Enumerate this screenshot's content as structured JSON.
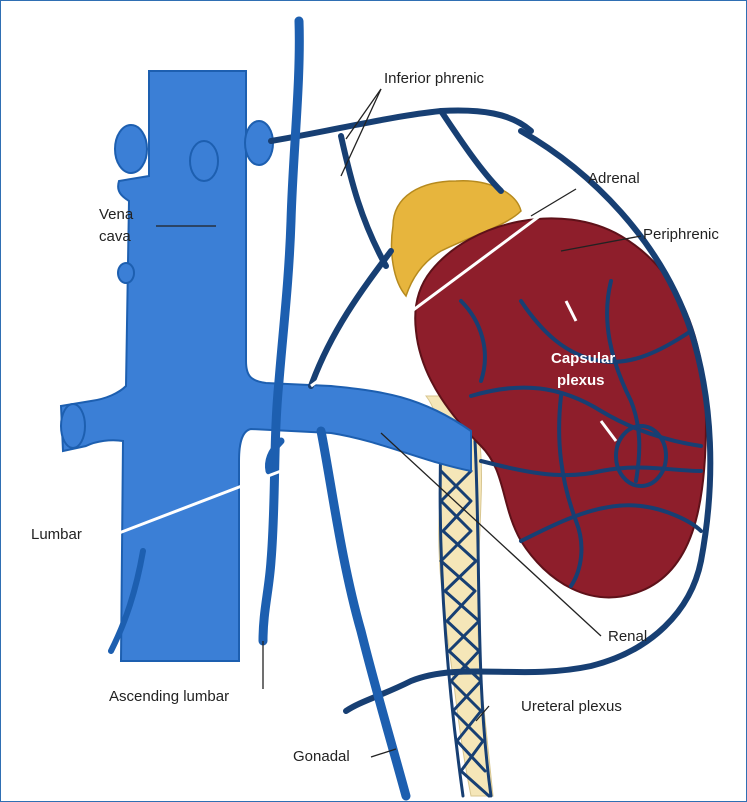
{
  "labels": {
    "inferior_phrenic": "Inferior phrenic",
    "adrenal": "Adrenal",
    "vena_cava_1": "Vena",
    "vena_cava_2": "cava",
    "periphrenic": "Periphrenic",
    "capsular_1": "Capsular",
    "capsular_2": "plexus",
    "lumbar": "Lumbar",
    "renal": "Renal",
    "ascending_lumbar": "Ascending lumbar",
    "ureteral_plexus": "Ureteral plexus",
    "gonadal": "Gonadal"
  },
  "colors": {
    "vein": "#3b7fd6",
    "vein_dark": "#1d5fb0",
    "kidney": "#8e1e2b",
    "adrenal": "#e7b53d",
    "ureter": "#f5e6b8",
    "frame": "#2f6fb3"
  }
}
